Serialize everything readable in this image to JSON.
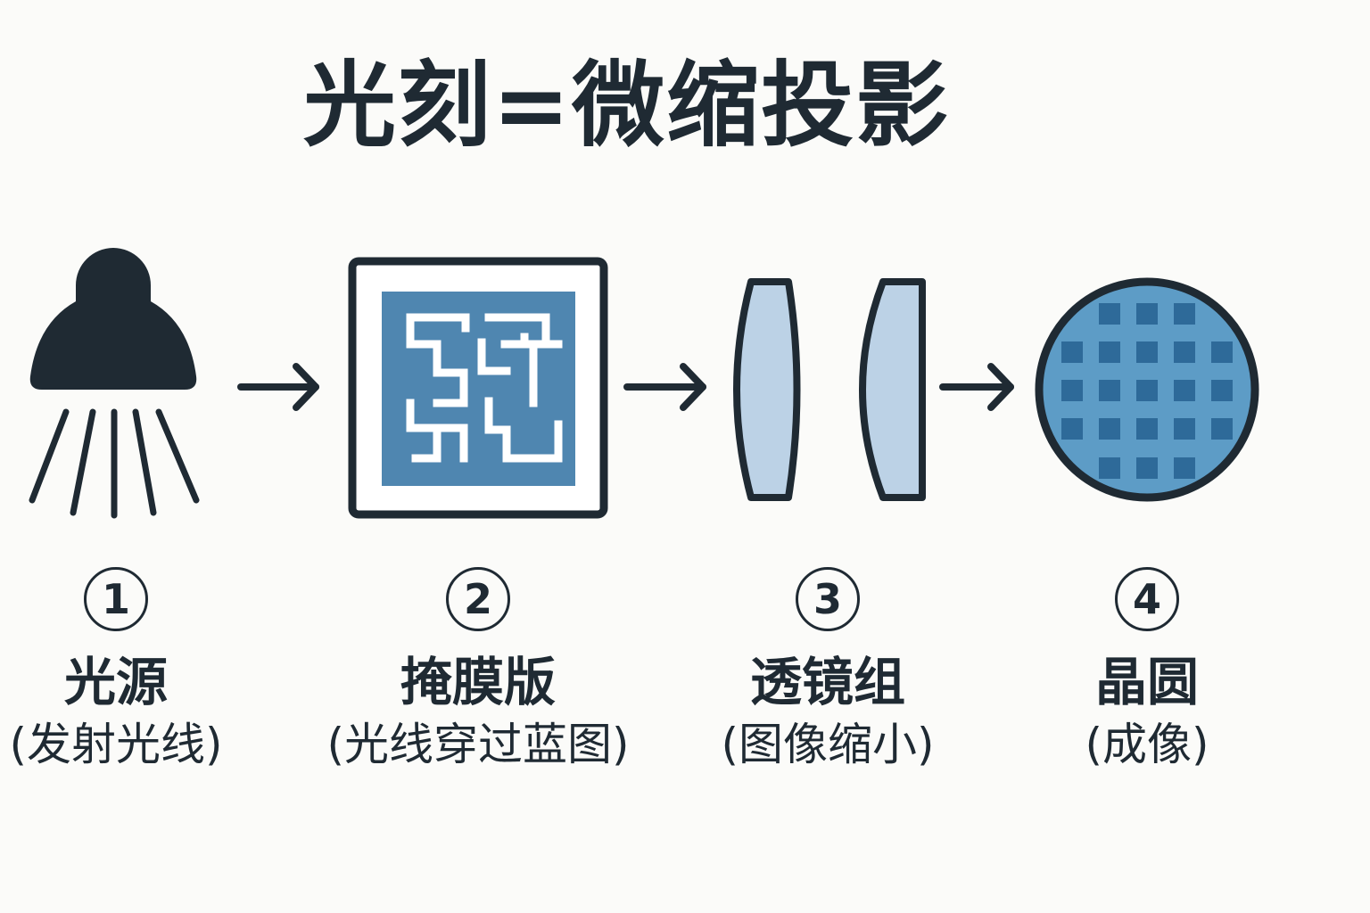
{
  "title": "光刻=微缩投影",
  "colors": {
    "ink": "#1f2a33",
    "mask_blue": "#4f86b0",
    "lens_fill": "#bcd2e6",
    "wafer_fill": "#5d9cc6",
    "die": "#2e6a99",
    "background": "#fbfbf9"
  },
  "icons": [
    "lamp-icon",
    "arrow-right-icon",
    "photomask-icon",
    "lens-icon",
    "wafer-icon"
  ],
  "steps": [
    {
      "number": "1",
      "name": "光源",
      "description": "(发射光线)"
    },
    {
      "number": "2",
      "name": "掩膜版",
      "description": "(光线穿过蓝图)"
    },
    {
      "number": "3",
      "name": "透镜组",
      "description": "(图像缩小)"
    },
    {
      "number": "4",
      "name": "晶圆",
      "description": "(成像)"
    }
  ]
}
